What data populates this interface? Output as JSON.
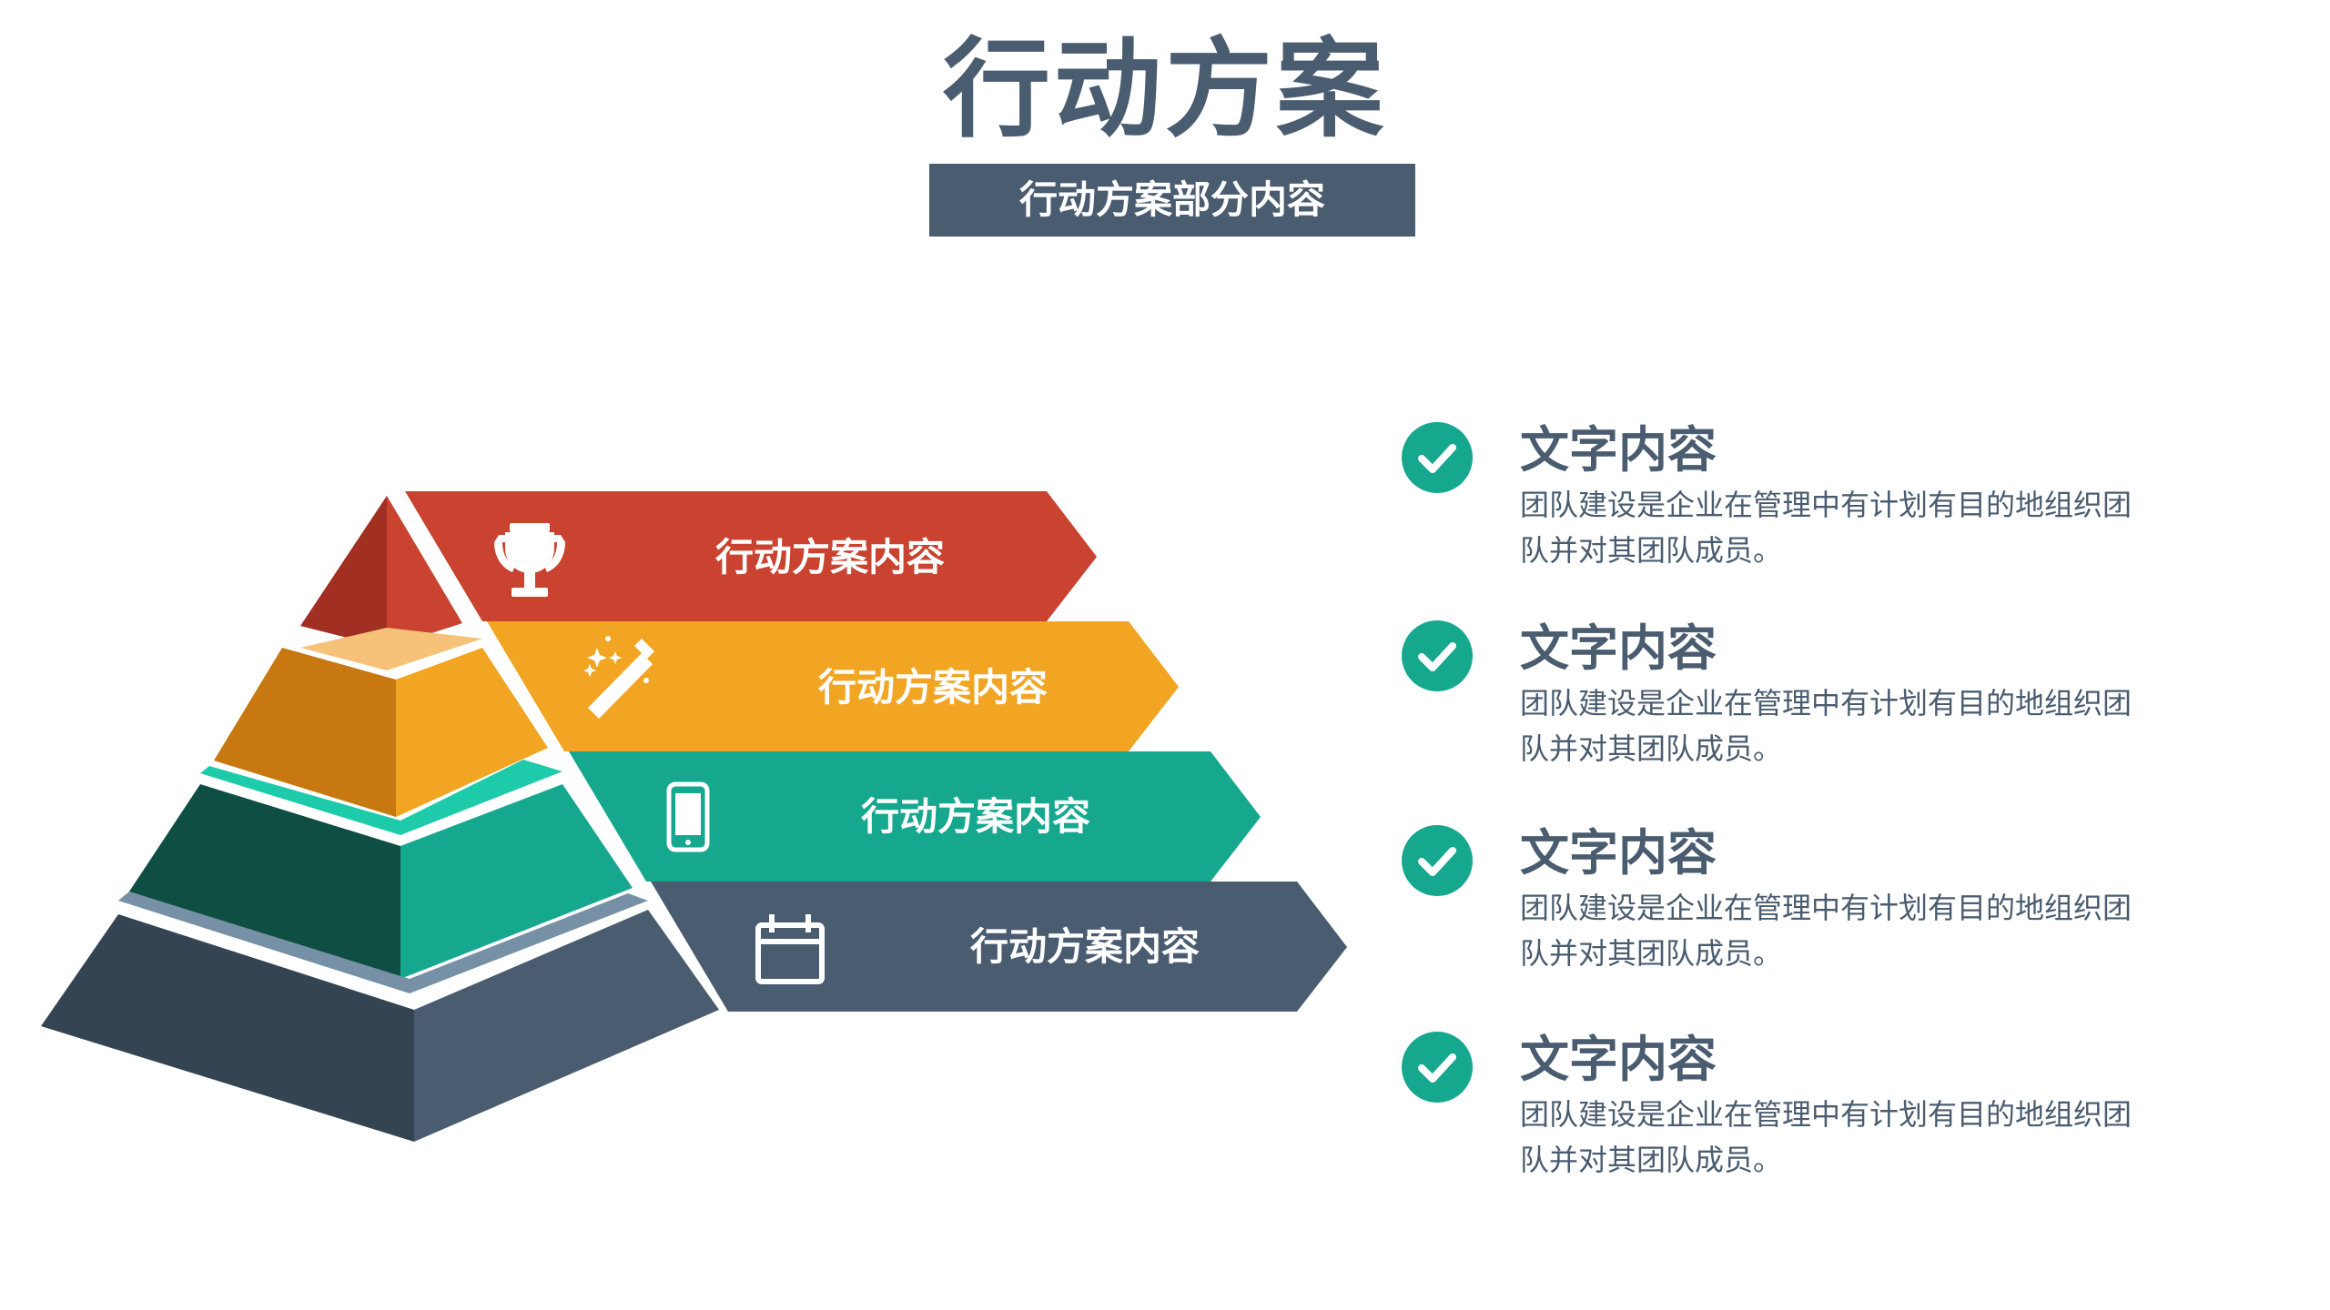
{
  "header": {
    "title": "行动方案",
    "subtitle": "行动方案部分内容"
  },
  "pyramid": {
    "levels": [
      {
        "label": "行动方案内容",
        "icon": "trophy-icon",
        "color": "#c94330"
      },
      {
        "label": "行动方案内容",
        "icon": "magic-wand-icon",
        "color": "#f2a523"
      },
      {
        "label": "行动方案内容",
        "icon": "smartphone-icon",
        "color": "#16a88f"
      },
      {
        "label": "行动方案内容",
        "icon": "calendar-icon",
        "color": "#4a5c6f"
      }
    ]
  },
  "items": [
    {
      "title": "文字内容",
      "desc": "团队建设是企业在管理中有计划有目的地组织团队并对其团队成员。"
    },
    {
      "title": "文字内容",
      "desc": "团队建设是企业在管理中有计划有目的地组织团队并对其团队成员。"
    },
    {
      "title": "文字内容",
      "desc": "团队建设是企业在管理中有计划有目的地组织团队并对其团队成员。"
    },
    {
      "title": "文字内容",
      "desc": "团队建设是企业在管理中有计划有目的地组织团队并对其团队成员。"
    }
  ]
}
